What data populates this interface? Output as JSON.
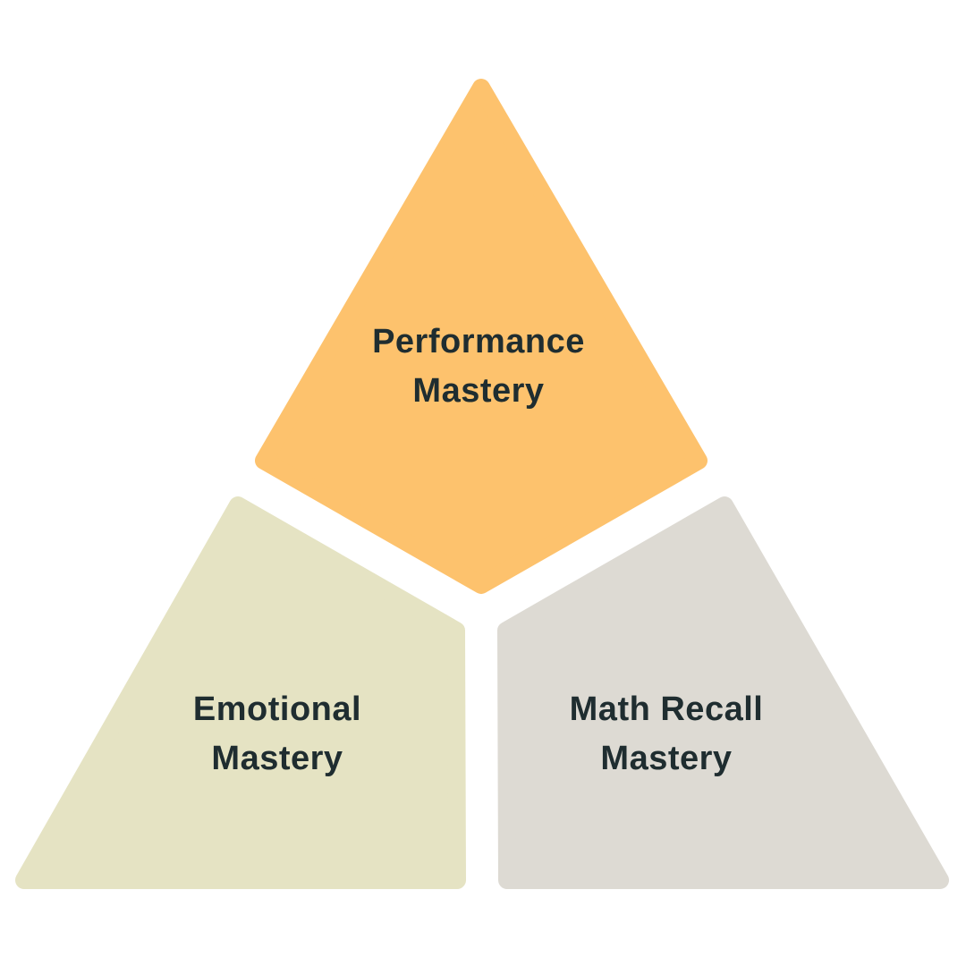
{
  "diagram": {
    "segments": [
      {
        "id": "performance",
        "lines": [
          "Performance",
          "Mastery"
        ],
        "color": "#fdc26d"
      },
      {
        "id": "emotional",
        "lines": [
          "Emotional",
          "Mastery"
        ],
        "color": "#e5e3c3"
      },
      {
        "id": "math-recall",
        "lines": [
          "Math Recall",
          "Mastery"
        ],
        "color": "#dddad3"
      }
    ],
    "text_color": "#1f2d30"
  }
}
